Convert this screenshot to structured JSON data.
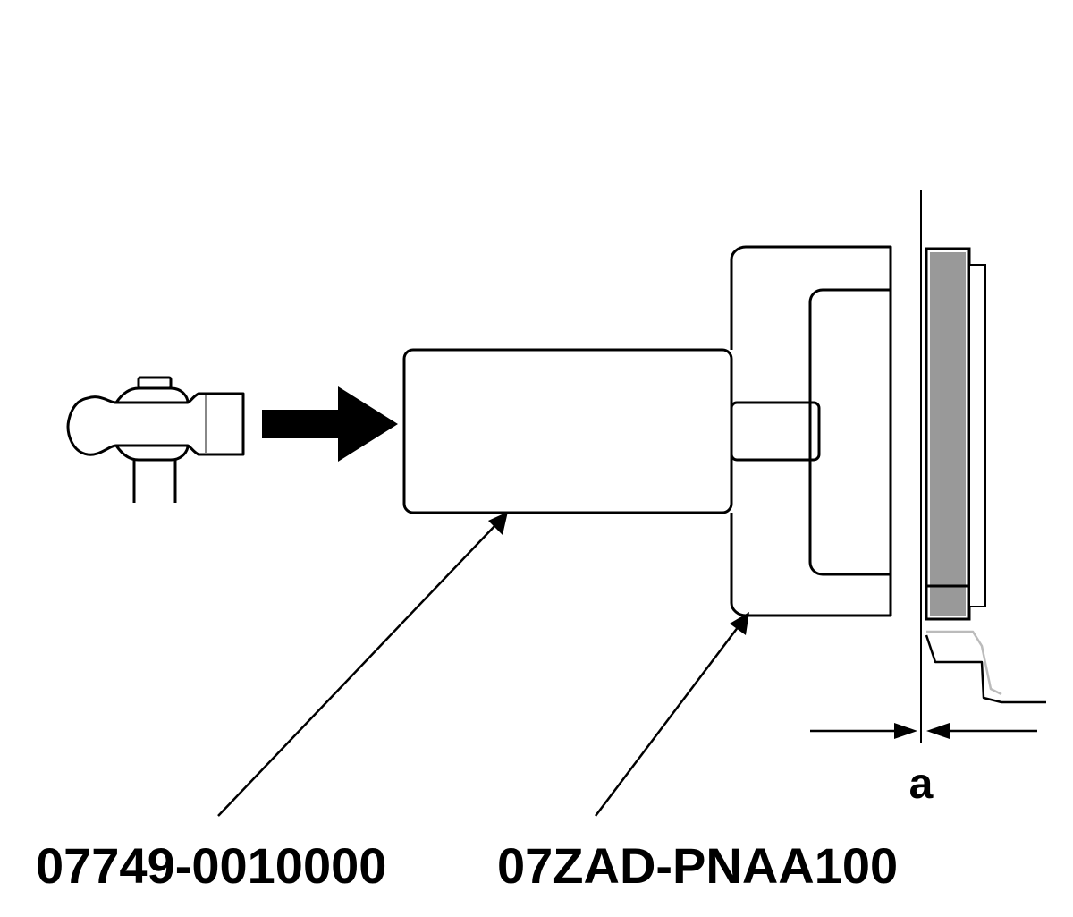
{
  "labels": {
    "driver_part_number": "07749-0010000",
    "attachment_part_number": "07ZAD-PNAA100",
    "dimension_label": "a"
  },
  "icons": {
    "hammer": "hammer-icon",
    "direction_arrow": "arrow-right-icon"
  },
  "colors": {
    "line": "#000000",
    "shaded_part": "#999999",
    "light_line": "#bbbbbb",
    "background": "#ffffff"
  }
}
